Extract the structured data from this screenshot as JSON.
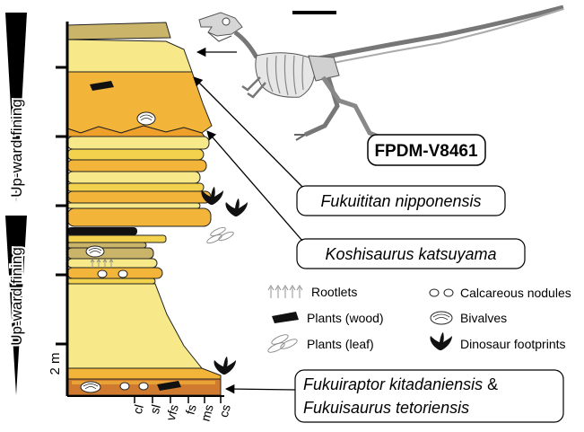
{
  "trends": {
    "upper": "Up-ward fining",
    "lower": "Up-ward fining"
  },
  "scale_label": "2 m",
  "grain_size_ticks": [
    "cl",
    "sl",
    "vfs",
    "fs",
    "ms",
    "cs"
  ],
  "specimen_label": "FPDM-V8461",
  "taxa": {
    "fukuititan": "Fukuititan nipponensis",
    "koshisaurus": "Koshisaurus katsuyama",
    "fukuiraptor": "Fukuiraptor kitadaniensis",
    "ampersand": " &",
    "fukuisaurus": "Fukuisaurus tetoriensis"
  },
  "legend": {
    "rootlets": "Rootlets",
    "plants_wood": "Plants (wood)",
    "plants_leaf": "Plants (leaf)",
    "nodules": "Calcareous nodules",
    "bivalves": "Bivalves",
    "footprints": "Dinosaur footprints"
  },
  "colors": {
    "light_yellow": "#f7e88a",
    "yellow": "#f3d24d",
    "orange": "#f3b43a",
    "dark_orange": "#eea02b",
    "khaki": "#c9b46a",
    "brown": "#cf7a2e",
    "black": "#111111"
  }
}
